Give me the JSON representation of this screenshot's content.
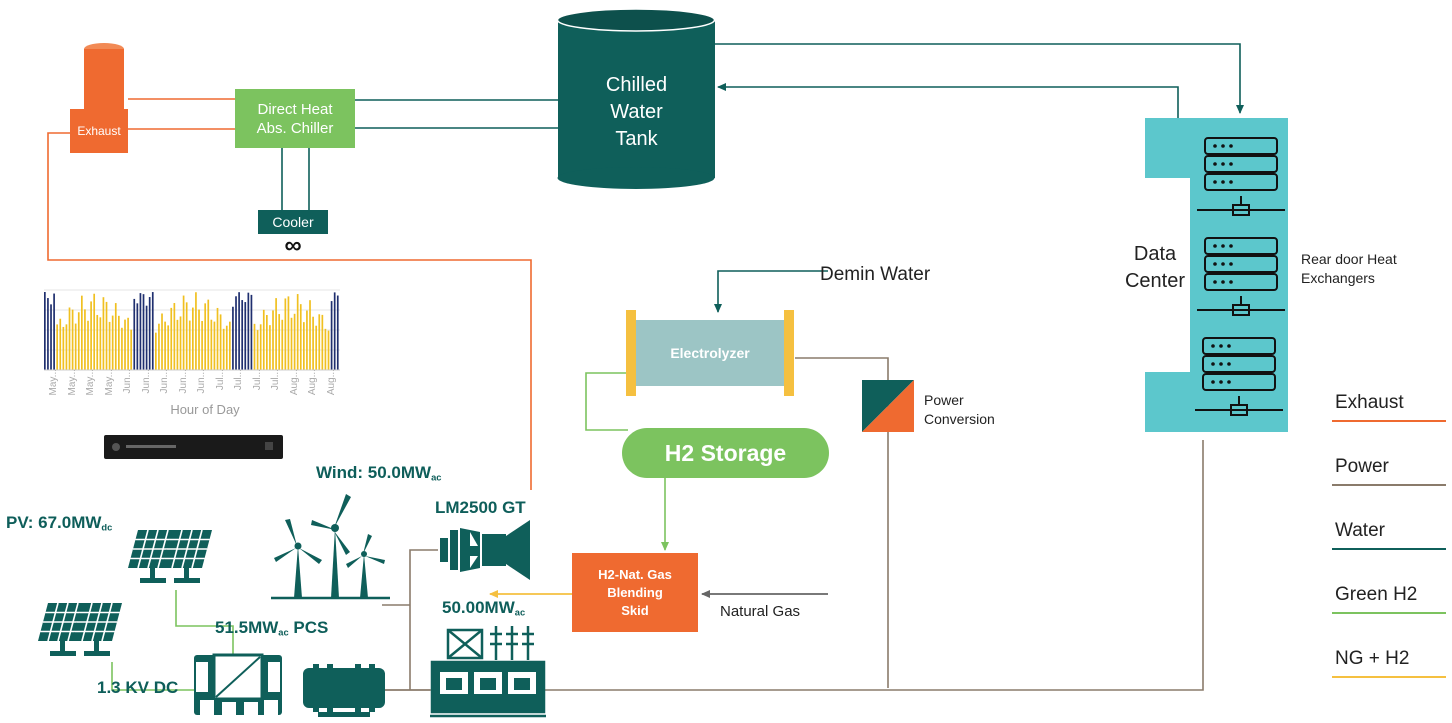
{
  "colors": {
    "exhaust": "#ef6a30",
    "power": "#8a7b6b",
    "water": "#0f5f5a",
    "green_h2": "#7cc35f",
    "ng_h2": "#f5c040",
    "natural_gas": "#666666",
    "teal": "#0f5f5a",
    "data_center": "#5cc7cc",
    "electrolyzer": "#9cc5c5",
    "orange": "#ef6a30",
    "green_box": "#7cc35f",
    "chart_blue": "#1f2f6f",
    "chart_yellow": "#f0c020"
  },
  "nodes": {
    "exhaust": "Exhaust",
    "chiller": [
      "Direct Heat",
      "Abs. Chiller"
    ],
    "cooler": "Cooler",
    "tank": [
      "Chilled",
      "Water",
      "Tank"
    ],
    "data_center": [
      "Data",
      "Center"
    ],
    "rear_door": [
      "Rear door Heat",
      "Exchangers"
    ],
    "demin_water": "Demin Water",
    "electrolyzer": "Electrolyzer",
    "power_conversion": [
      "Power",
      "Conversion"
    ],
    "h2_storage": "H2 Storage",
    "blending": [
      "H2-Nat. Gas",
      "Blending",
      "Skid"
    ],
    "natural_gas": "Natural Gas",
    "gt": "LM2500 GT",
    "wind": {
      "main": "Wind: 50.0MW",
      "sub": "ac"
    },
    "pv": {
      "main": "PV: 67.0MW",
      "sub": "dc"
    },
    "pcs": {
      "main": "51.5MW",
      "sub": "ac",
      "tail": " PCS"
    },
    "dc_voltage": "1.3 KV DC",
    "substation": {
      "main": "50.00MW",
      "sub": "ac"
    }
  },
  "inset_chart": {
    "xlabel": "Hour of Day",
    "ticks": [
      "May...",
      "May...",
      "May...",
      "May...",
      "Jun...",
      "Jun...",
      "Jun...",
      "Jun...",
      "Jun...",
      "Jul...",
      "Jul...",
      "Jul...",
      "Jul...",
      "Aug...",
      "Aug...",
      "Aug..."
    ]
  },
  "legend": [
    {
      "label": "Exhaust",
      "color": "#ef6a30"
    },
    {
      "label": "Power",
      "color": "#8a7b6b"
    },
    {
      "label": "Water",
      "color": "#0f5f5a"
    },
    {
      "label": "Green H2",
      "color": "#7cc35f"
    },
    {
      "label": "NG + H2",
      "color": "#f5c040"
    }
  ]
}
